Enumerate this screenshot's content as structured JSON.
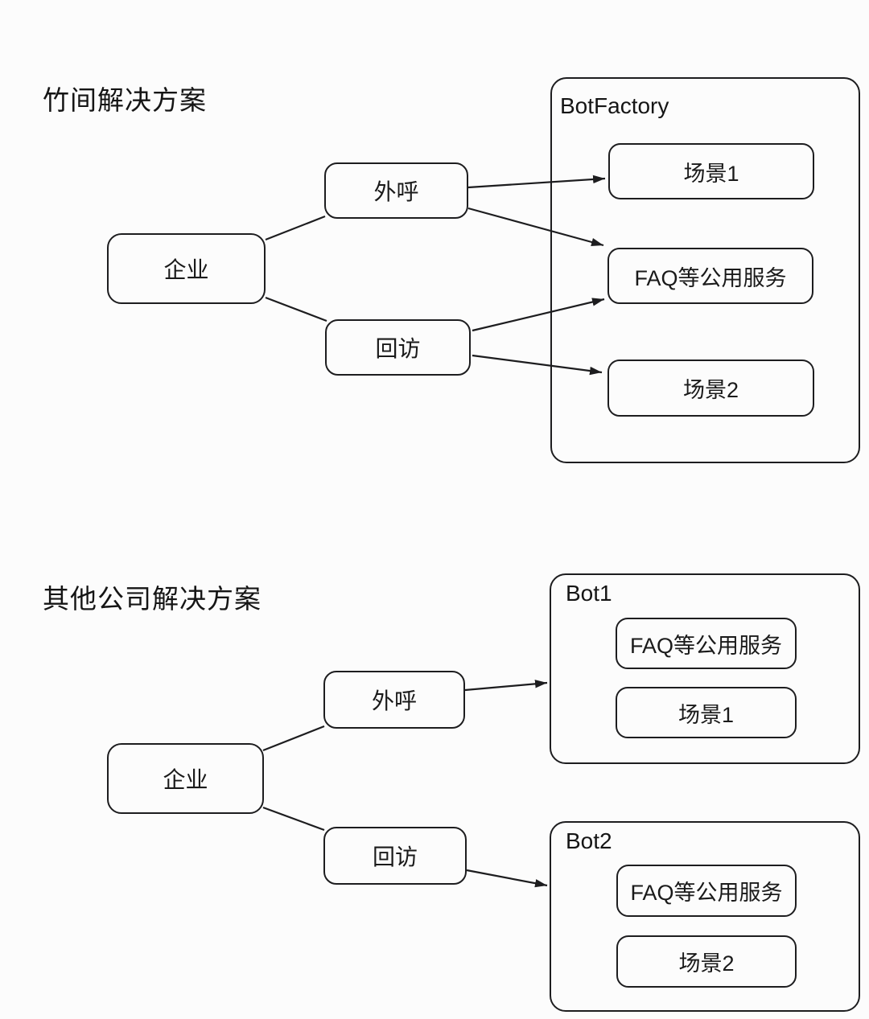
{
  "colors": {
    "background": "#fcfcfc",
    "line": "#1d1d1f",
    "text": "#1a1a1a"
  },
  "sections": [
    {
      "title": "竹间解决方案",
      "enterprise": "企业",
      "outbound": "外呼",
      "callback": "回访",
      "container": {
        "label": "BotFactory",
        "items": [
          "场景1",
          "FAQ等公用服务",
          "场景2"
        ]
      },
      "edges": [
        {
          "from": "企业",
          "to": "外呼",
          "arrow": false
        },
        {
          "from": "企业",
          "to": "回访",
          "arrow": false
        },
        {
          "from": "外呼",
          "to": "场景1",
          "arrow": true
        },
        {
          "from": "外呼",
          "to": "FAQ等公用服务",
          "arrow": true
        },
        {
          "from": "回访",
          "to": "FAQ等公用服务",
          "arrow": true
        },
        {
          "from": "回访",
          "to": "场景2",
          "arrow": true
        }
      ]
    },
    {
      "title": "其他公司解决方案",
      "enterprise": "企业",
      "outbound": "外呼",
      "callback": "回访",
      "containers": [
        {
          "label": "Bot1",
          "items": [
            "FAQ等公用服务",
            "场景1"
          ]
        },
        {
          "label": "Bot2",
          "items": [
            "FAQ等公用服务",
            "场景2"
          ]
        }
      ],
      "edges": [
        {
          "from": "企业",
          "to": "外呼",
          "arrow": false
        },
        {
          "from": "企业",
          "to": "回访",
          "arrow": false
        },
        {
          "from": "外呼",
          "to": "Bot1",
          "arrow": true
        },
        {
          "from": "回访",
          "to": "Bot2",
          "arrow": true
        }
      ]
    }
  ]
}
